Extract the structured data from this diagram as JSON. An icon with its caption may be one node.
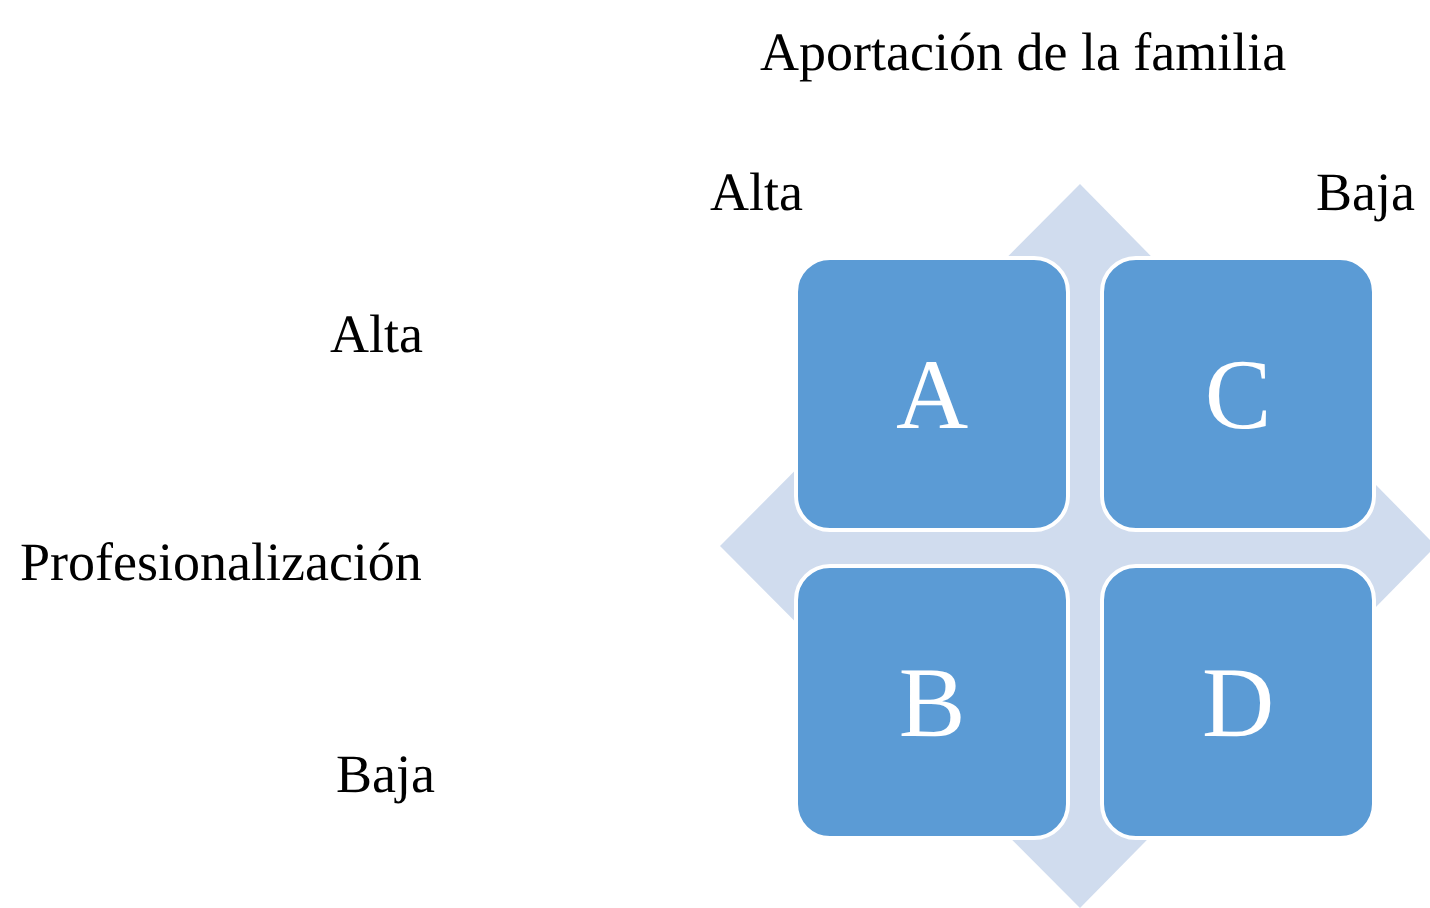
{
  "diagram": {
    "nodes": [
      {
        "text": [
          "A"
        ]
      },
      {
        "text": [
          "C"
        ]
      },
      {
        "text": [
          "B"
        ]
      },
      {
        "text": [
          "D"
        ]
      }
    ],
    "labels": [
      "Aportación de la familia",
      "Alta",
      "Baja",
      "Alta",
      "Profesionalización",
      "Baja"
    ]
  }
}
